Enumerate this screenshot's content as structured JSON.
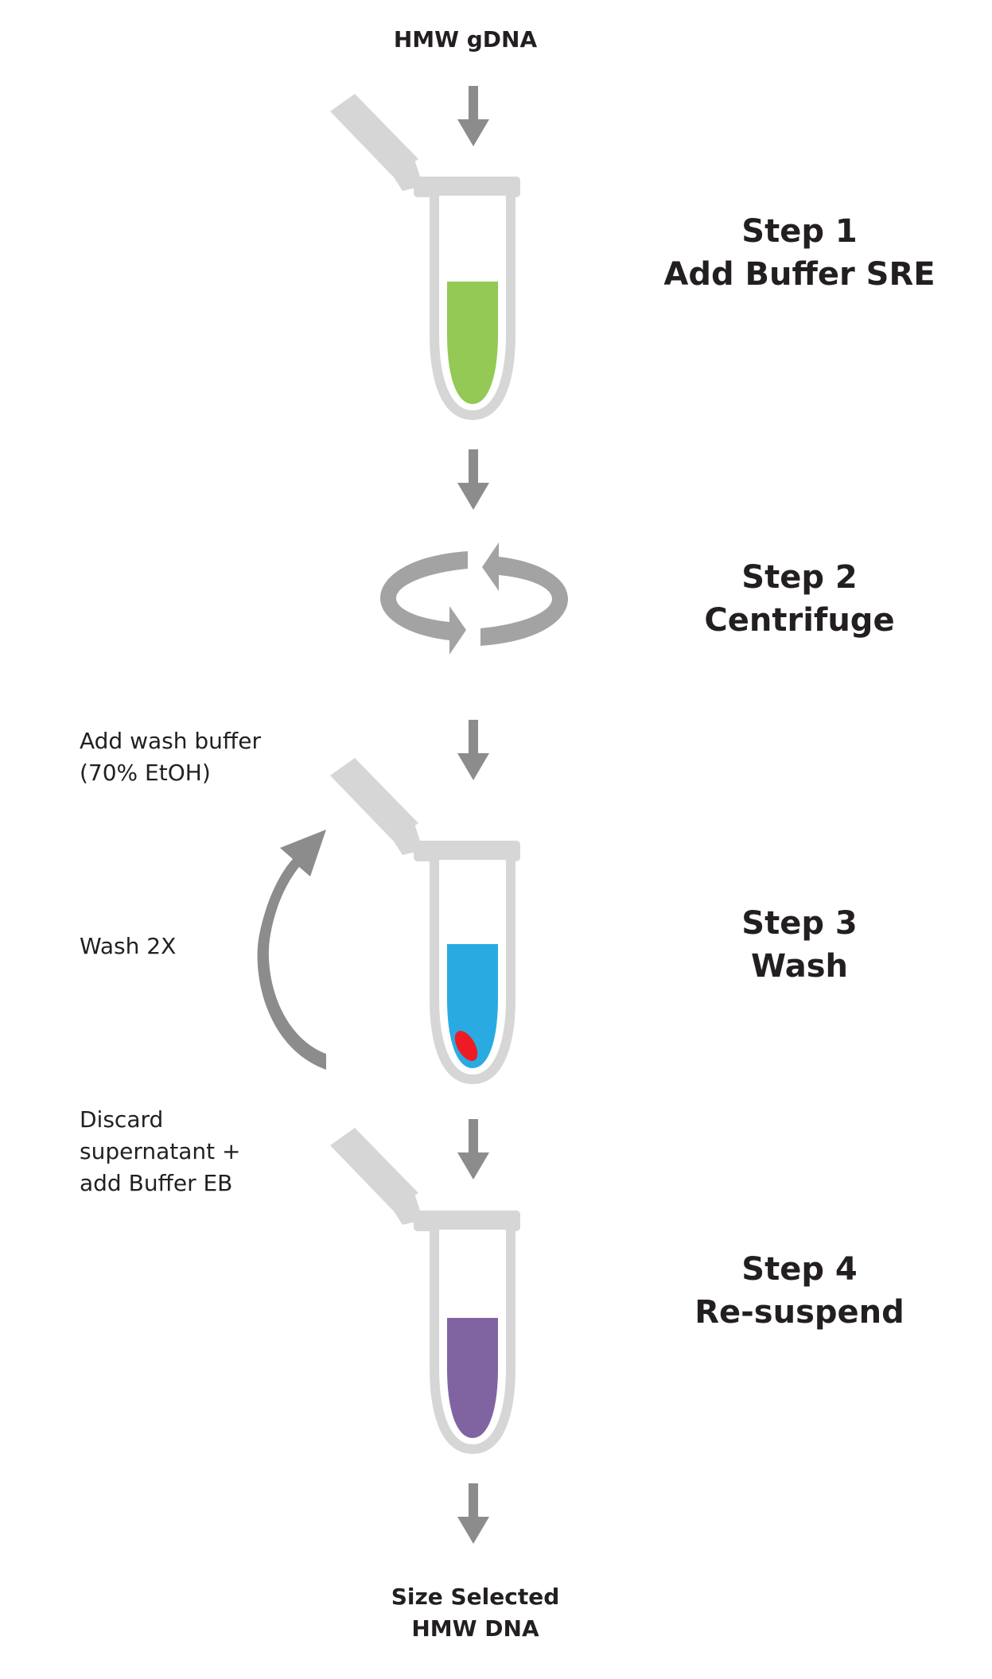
{
  "input_label": "HMW gDNA",
  "steps": [
    {
      "title": "Step 1",
      "action": "Add Buffer SRE",
      "liquid_color": "#93c954"
    },
    {
      "title": "Step 2",
      "action": "Centrifuge"
    },
    {
      "title": "Step 3",
      "action": "Wash",
      "liquid_color": "#29abe2",
      "pellet_color": "#ed1c24"
    },
    {
      "title": "Step 4",
      "action": "Re-suspend",
      "liquid_color": "#8064a2"
    }
  ],
  "side_notes": {
    "add_wash": "Add wash buffer\n(70% EtOH)",
    "wash_repeat": "Wash 2X",
    "discard": "Discard\nsupernatant +\nadd Buffer EB"
  },
  "output_label": "Size Selected\nHMW DNA",
  "colors": {
    "arrow": "#8c8c8c",
    "tube": "#d6d6d6",
    "rotation": "#a3a3a3",
    "text": "#231f20"
  }
}
